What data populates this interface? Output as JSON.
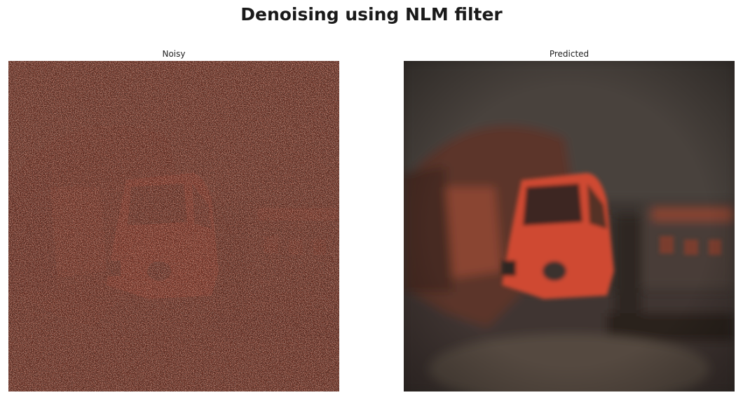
{
  "figure": {
    "title": "Denoising using NLM filter"
  },
  "panels": [
    {
      "title": "Noisy"
    },
    {
      "title": "Predicted"
    }
  ],
  "colors": {
    "background": "#2e211d",
    "truck_red": "#c8452f",
    "ground": "#4a3c32",
    "sky": "#3e3833"
  }
}
